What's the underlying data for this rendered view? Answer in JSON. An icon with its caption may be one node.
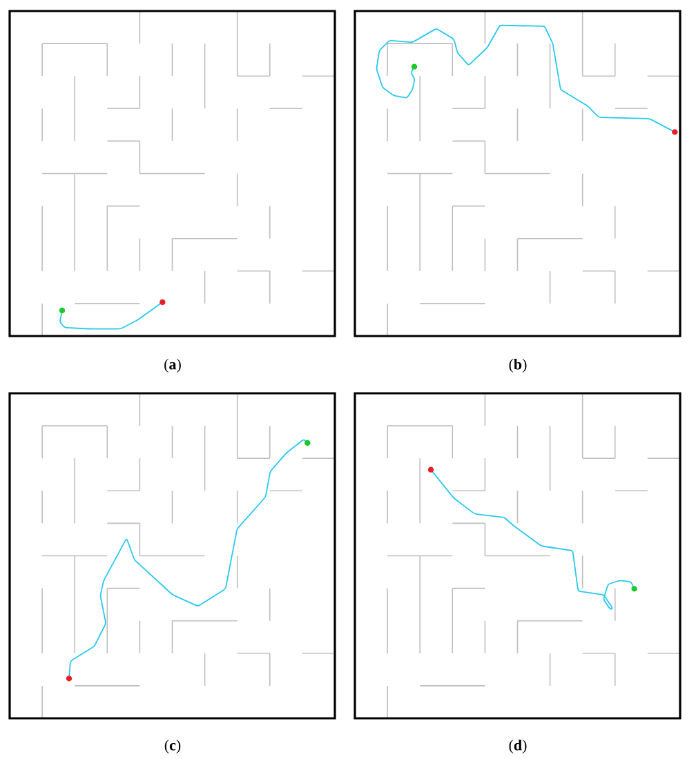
{
  "diagram": {
    "labels": [
      "(**a**)",
      "(**b**)",
      "(**c**)",
      "(**d**)"
    ]
  }
}
